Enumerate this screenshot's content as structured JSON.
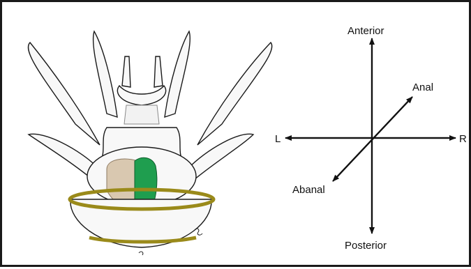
{
  "orientation": {
    "anterior": "Anterior",
    "posterior": "Posterior",
    "anal": "Anal",
    "abanal": "Abanal",
    "left": "L",
    "right": "R"
  },
  "colors": {
    "outline": "#1a1a1a",
    "body_fill": "#f7f7f7",
    "green_structure": "#1f9e4f",
    "tan_structure": "#d9c8b0",
    "band": "#9a8a1a"
  }
}
